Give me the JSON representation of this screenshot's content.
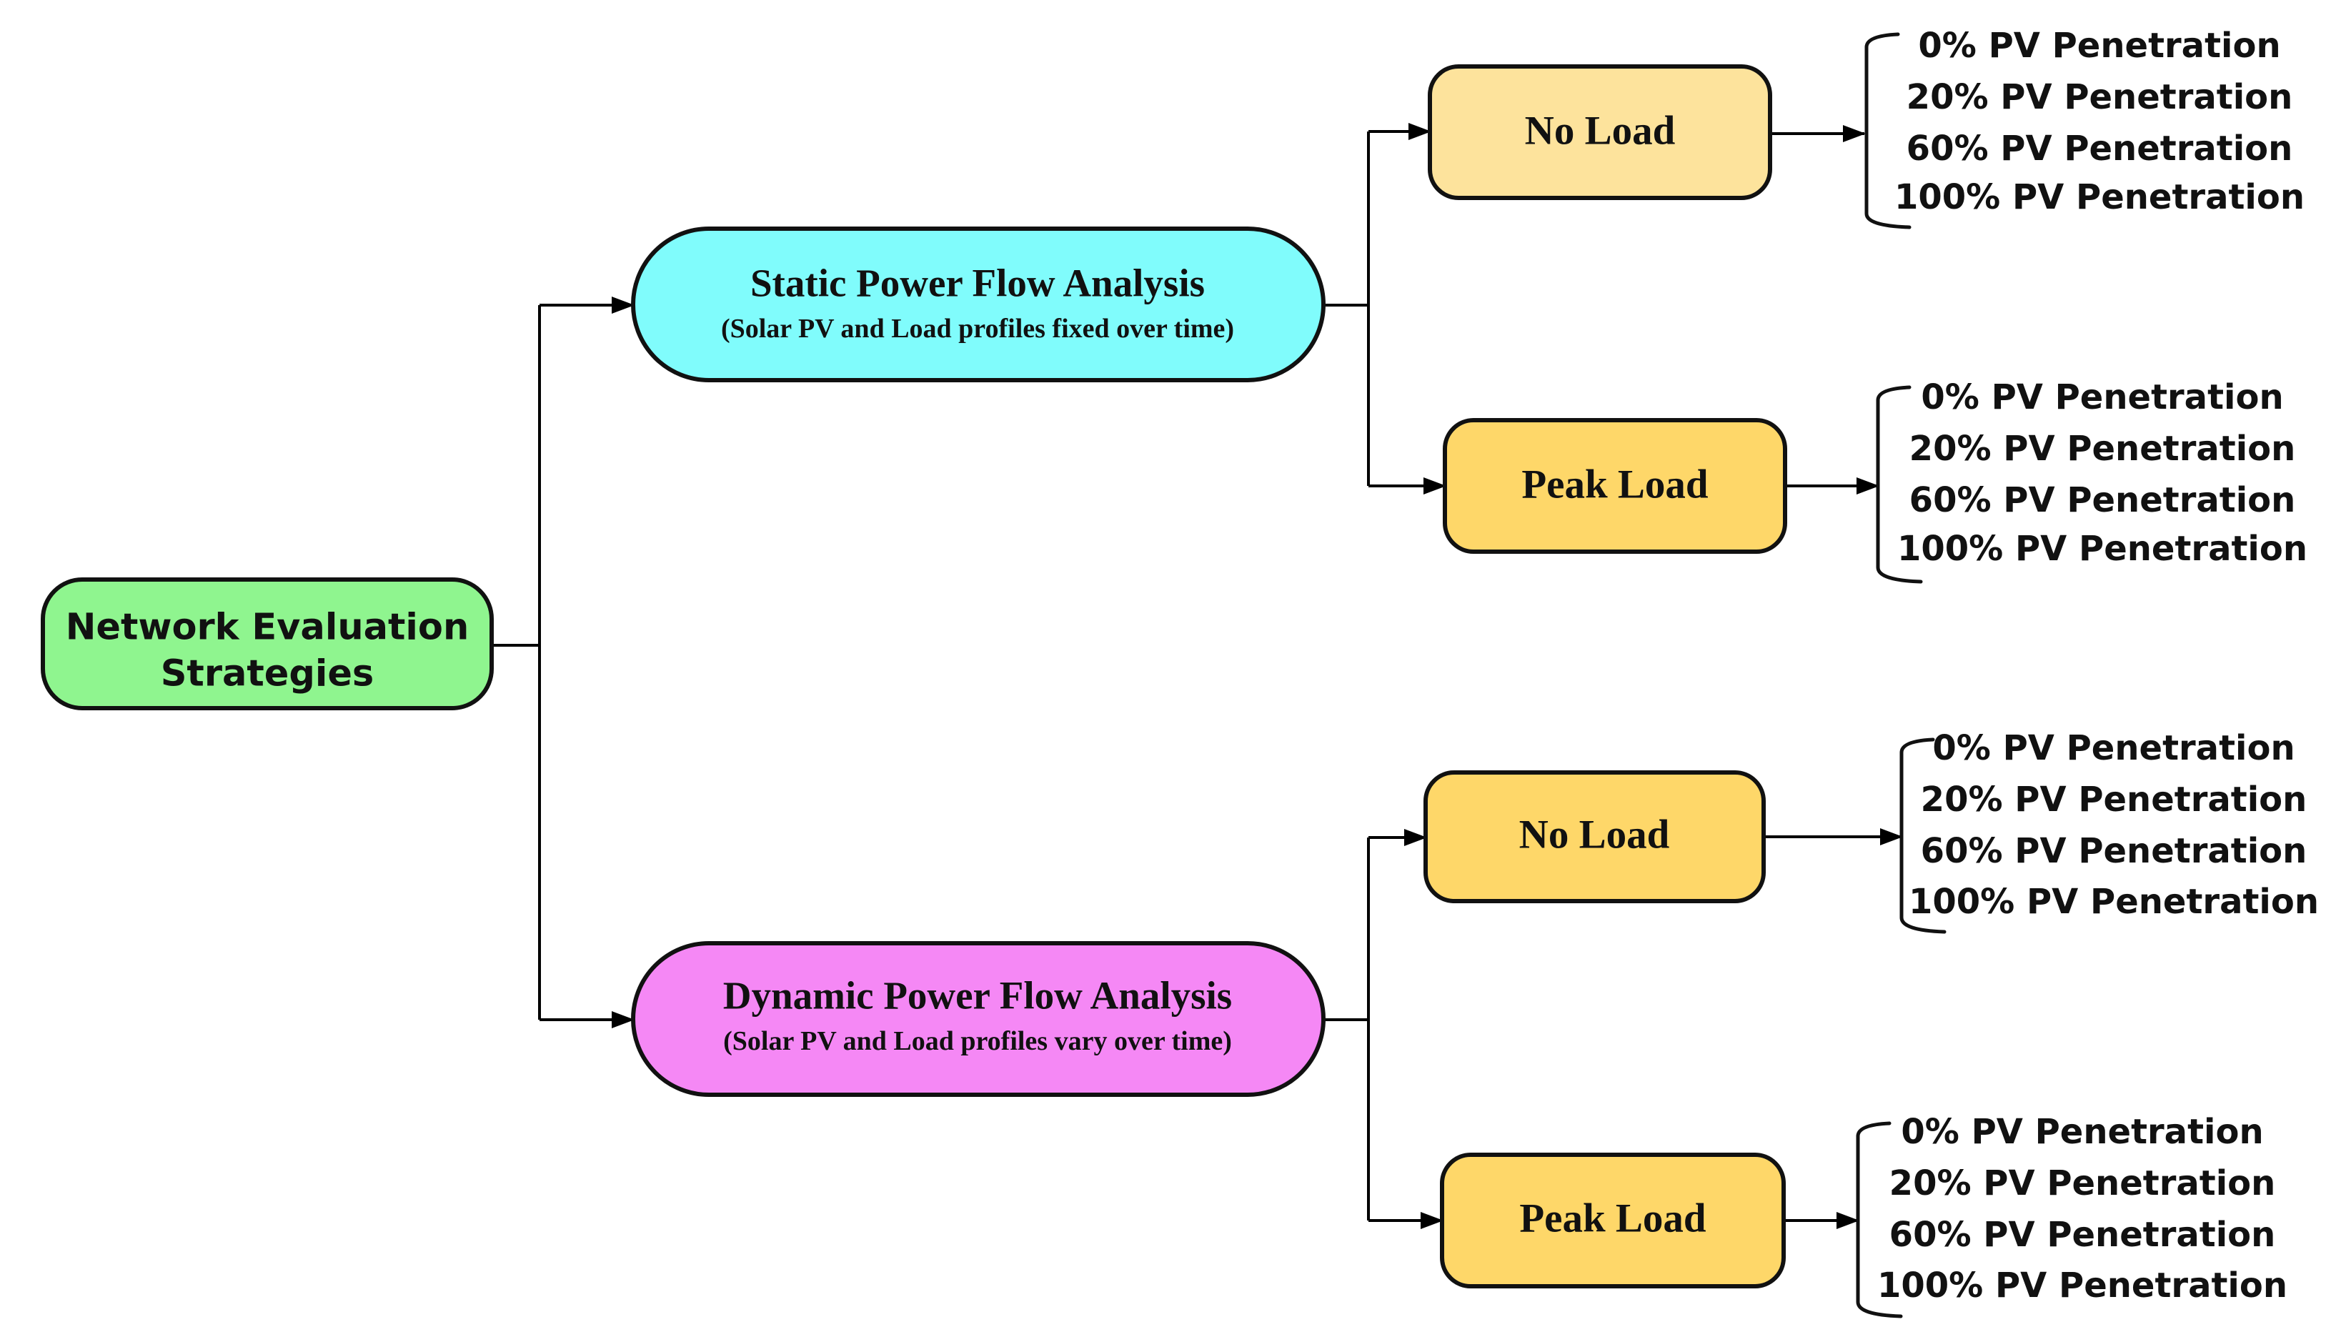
{
  "root": {
    "lines": [
      "Network Evaluation",
      "Strategies"
    ],
    "fill": "#8ff58f"
  },
  "analyses": [
    {
      "title": "Static Power Flow Analysis",
      "subtitle": "(Solar PV and Load profiles fixed over time)",
      "fill": "#80fcfc",
      "loads": [
        {
          "label": "No Load",
          "fill": "#fde39c",
          "penetrations": [
            "0% PV Penetration",
            "20% PV Penetration",
            "60% PV Penetration",
            "100% PV Penetration"
          ]
        },
        {
          "label": "Peak Load",
          "fill": "#fed769",
          "penetrations": [
            "0% PV Penetration",
            "20% PV Penetration",
            "60% PV Penetration",
            "100% PV Penetration"
          ]
        }
      ]
    },
    {
      "title": "Dynamic Power Flow Analysis",
      "subtitle": "(Solar PV and Load profiles vary over time)",
      "fill": "#f588f5",
      "loads": [
        {
          "label": "No Load",
          "fill": "#fed769",
          "penetrations": [
            "0% PV Penetration",
            "20% PV Penetration",
            "60% PV Penetration",
            "100% PV Penetration"
          ]
        },
        {
          "label": "Peak Load",
          "fill": "#fed769",
          "penetrations": [
            "0% PV Penetration",
            "20% PV Penetration",
            "60% PV Penetration",
            "100% PV Penetration"
          ]
        }
      ]
    }
  ]
}
